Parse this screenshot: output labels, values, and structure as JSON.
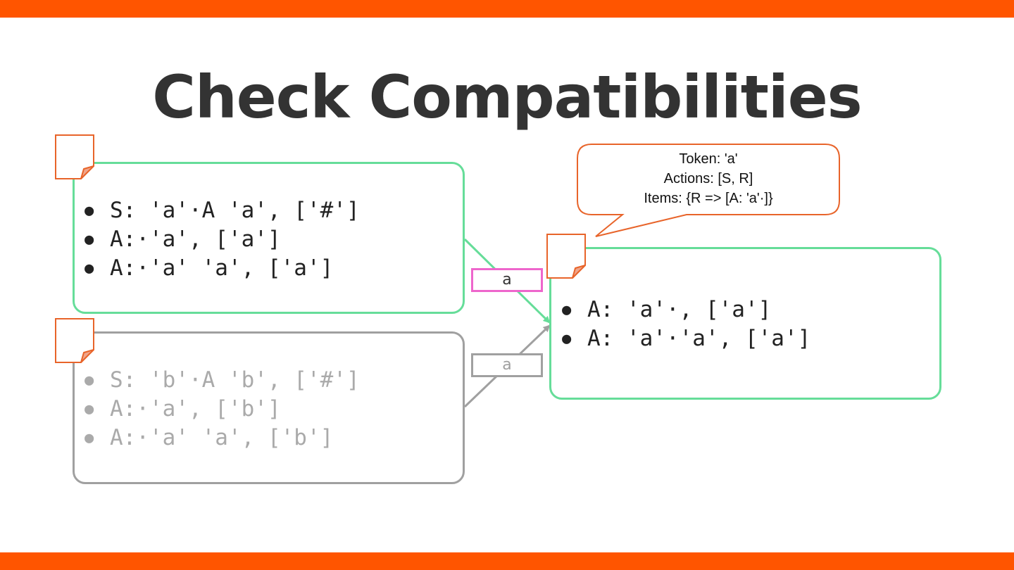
{
  "title": "Check Compatibilities",
  "colors": {
    "accent": "#ff5500",
    "state_active": "#66dd99",
    "state_inactive": "#a0a0a0",
    "edge_label_active": "#ee66cc",
    "note": "#e8642a",
    "title": "#333333"
  },
  "states": {
    "state_a": {
      "items": [
        "S: 'a'·A 'a', ['#']",
        "A:·'a', ['a']",
        "A:·'a' 'a', ['a']"
      ]
    },
    "state_b": {
      "items": [
        "S: 'b'·A 'b', ['#']",
        "A:·'a', ['b']",
        "A:·'a' 'a', ['b']"
      ]
    },
    "state_target": {
      "items": [
        "A: 'a'·, ['a']",
        "A: 'a'·'a', ['a']"
      ]
    }
  },
  "edges": {
    "from_a": {
      "label": "a"
    },
    "from_b": {
      "label": "a"
    }
  },
  "callout": {
    "token": "Token: 'a'",
    "actions": "Actions: [S, R]",
    "items": "Items: {R => [A: 'a'·]}"
  },
  "icons": [
    "note-icon"
  ]
}
